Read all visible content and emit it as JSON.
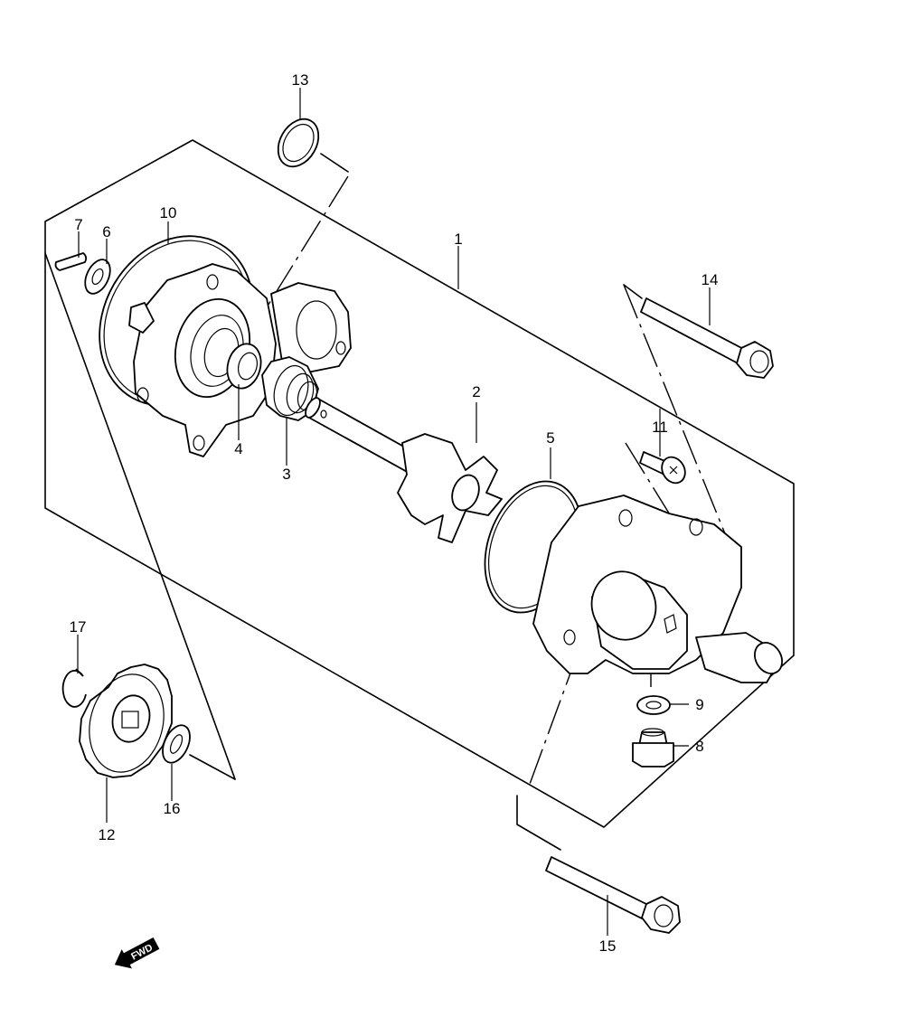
{
  "callouts": [
    {
      "id": "1",
      "label": "1"
    },
    {
      "id": "2",
      "label": "2"
    },
    {
      "id": "3",
      "label": "3"
    },
    {
      "id": "4",
      "label": "4"
    },
    {
      "id": "5",
      "label": "5"
    },
    {
      "id": "6",
      "label": "6"
    },
    {
      "id": "7",
      "label": "7"
    },
    {
      "id": "8",
      "label": "8"
    },
    {
      "id": "9",
      "label": "9"
    },
    {
      "id": "10",
      "label": "10"
    },
    {
      "id": "11",
      "label": "11"
    },
    {
      "id": "12",
      "label": "12"
    },
    {
      "id": "13",
      "label": "13"
    },
    {
      "id": "14",
      "label": "14"
    },
    {
      "id": "15",
      "label": "15"
    },
    {
      "id": "16",
      "label": "16"
    },
    {
      "id": "17",
      "label": "17"
    }
  ],
  "fwd_badge": {
    "label": "FWD",
    "icon": "fwd-arrow-icon"
  }
}
